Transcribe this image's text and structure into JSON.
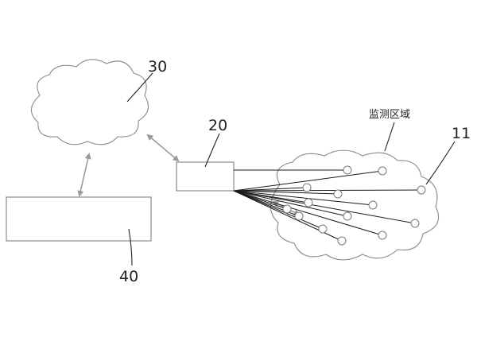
{
  "labels": {
    "cloud_network": "30",
    "controller": "20",
    "server": "40",
    "sensor_node": "11",
    "monitoring_area": "监测区域"
  },
  "colors": {
    "line": "#1a1a1a",
    "outline": "#8a8a8a",
    "arrow": "#9a9a9a",
    "background": "#ffffff"
  },
  "sensor_count": 14
}
